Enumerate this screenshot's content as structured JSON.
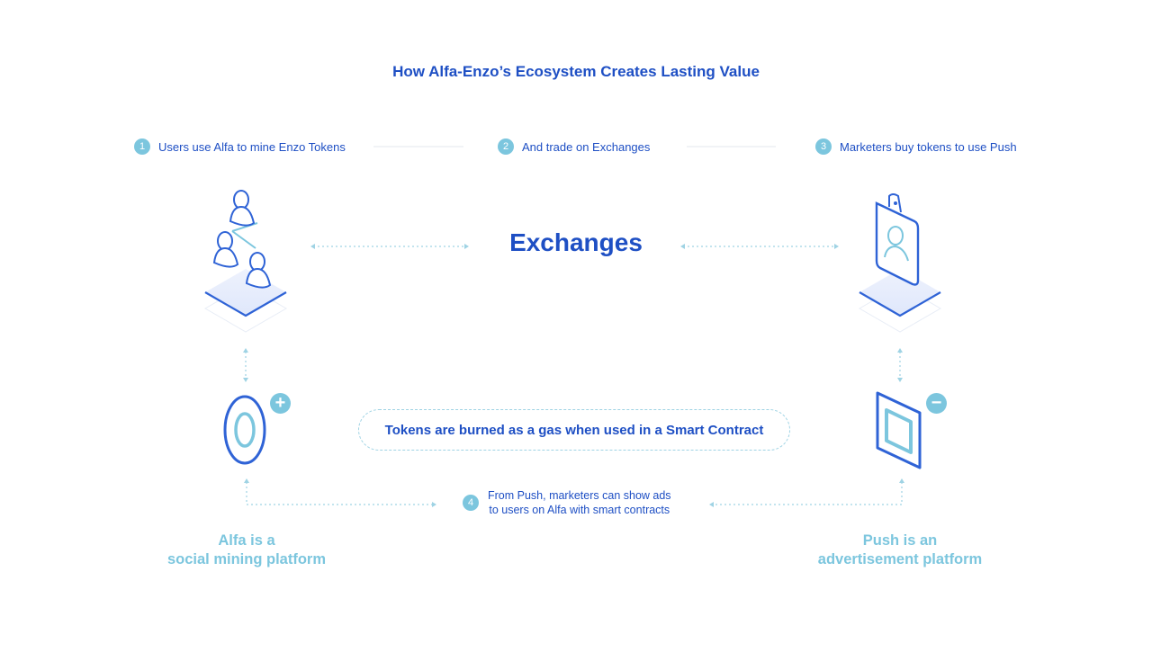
{
  "title": "How Alfa-Enzo’s Ecosystem Creates Lasting Value",
  "steps": [
    {
      "num": "1",
      "label": "Users use Alfa to mine Enzo Tokens"
    },
    {
      "num": "2",
      "label": "And trade on Exchanges"
    },
    {
      "num": "3",
      "label": "Marketers buy tokens to use Push"
    },
    {
      "num": "4",
      "label_line1": "From Push, marketers can show ads",
      "label_line2": "to users on Alfa with smart contracts"
    }
  ],
  "exchanges_label": "Exchanges",
  "burn_label": "Tokens are burned as a gas when used in a Smart Contract",
  "alfa": {
    "line1": "Alfa is a",
    "line2": "social mining platform",
    "badge": "+"
  },
  "push": {
    "line1": "Push is an",
    "line2": "advertisement platform",
    "badge": "−"
  },
  "colors": {
    "primary": "#1e4fc4",
    "accent": "#7cc6de",
    "dotted": "#9fd3e4"
  }
}
